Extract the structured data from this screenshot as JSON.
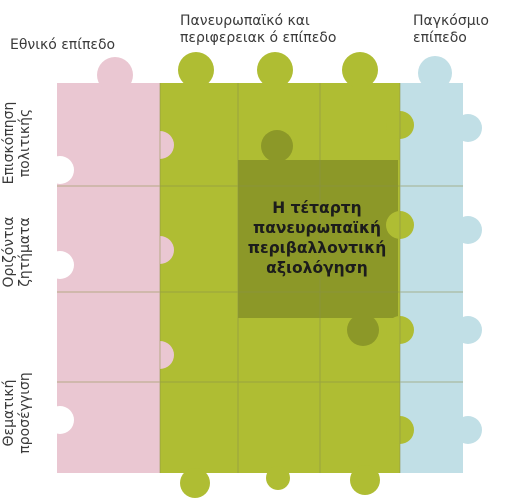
{
  "columns": {
    "national": "Εθνικό επίπεδο",
    "paneuropean": "Πανευρωπαϊκό και\nπεριφερειακ ό επίπεδο",
    "global": "Παγκόσμιο\nεπίπεδο"
  },
  "rows": {
    "policy": "Επισκόπηση\nπολιτικής",
    "horizontal": "Οριζόντια\nζητήματα",
    "thematic": "Θεματική\nπροσέγγιση"
  },
  "center": "Η τέταρτη\nπανευρωπαϊκή\nπεριβαλλοντική\nαξιολόγηση",
  "colors": {
    "national": "#eac7d2",
    "paneuropean": "#afbd33",
    "center": "#8c9828",
    "global": "#c1dfe6",
    "lines": "#8a8f4a"
  }
}
